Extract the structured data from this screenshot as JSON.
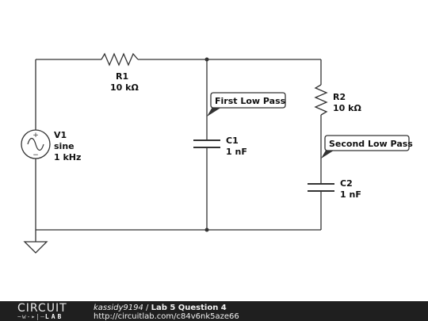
{
  "components": {
    "r1": {
      "name": "R1",
      "value": "10 kΩ"
    },
    "r2": {
      "name": "R2",
      "value": "10 kΩ"
    },
    "c1": {
      "name": "C1",
      "value": "1 nF"
    },
    "c2": {
      "name": "C2",
      "value": "1 nF"
    },
    "v1": {
      "name": "V1",
      "type": "sine",
      "freq": "1 kHz"
    }
  },
  "probes": {
    "first": "First Low Pass",
    "second": "Second Low Pass"
  },
  "footer": {
    "logo_top": "CIRCUIT",
    "logo_bottom": "LAB",
    "user": "kassidy9194",
    "separator": " / ",
    "title": "Lab 5 Question 4",
    "url": "http://circuitlab.com/c84v6nk5aze66"
  },
  "colors": {
    "wire": "#333333",
    "footer_bg": "#1f1f1f"
  }
}
